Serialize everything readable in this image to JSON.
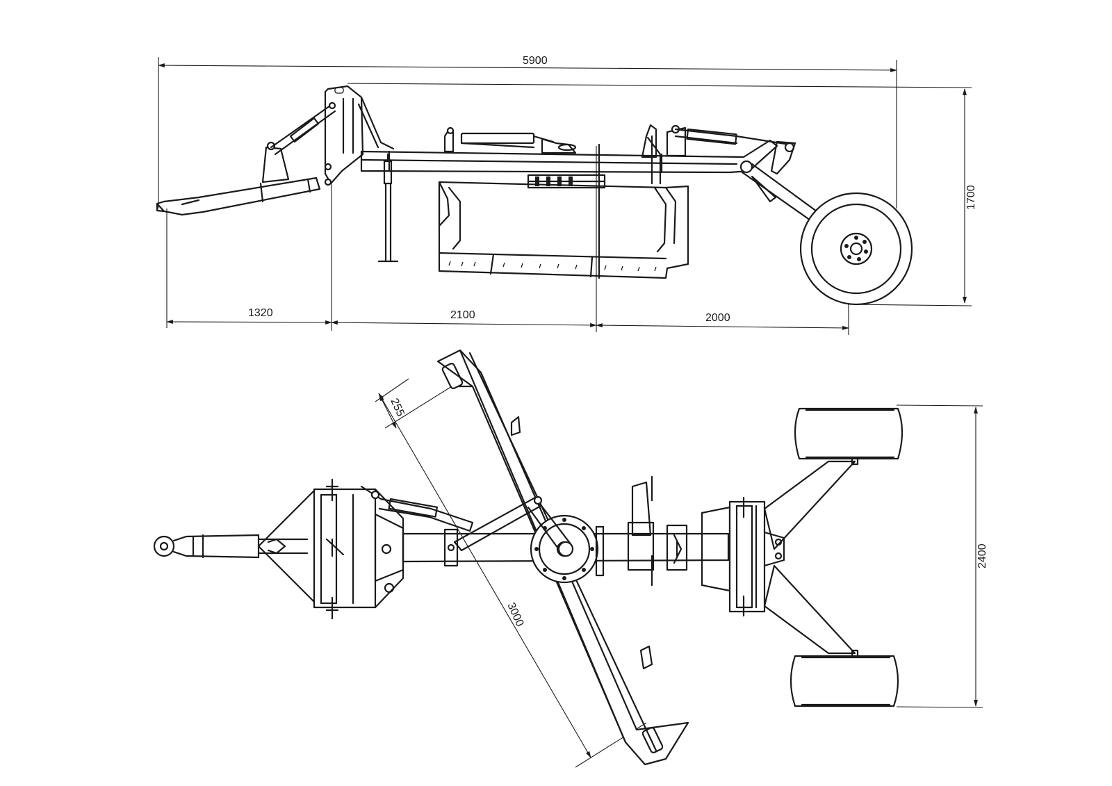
{
  "side_view": {
    "overall_length": "5900",
    "height": "1700",
    "segment_front": "1320",
    "segment_middle": "2100",
    "segment_rear": "2000"
  },
  "top_view": {
    "track_width": "2400",
    "blade_length": "3000",
    "blade_width": "255"
  },
  "colors": {
    "line": "#1a1a1a",
    "background": "#ffffff"
  }
}
